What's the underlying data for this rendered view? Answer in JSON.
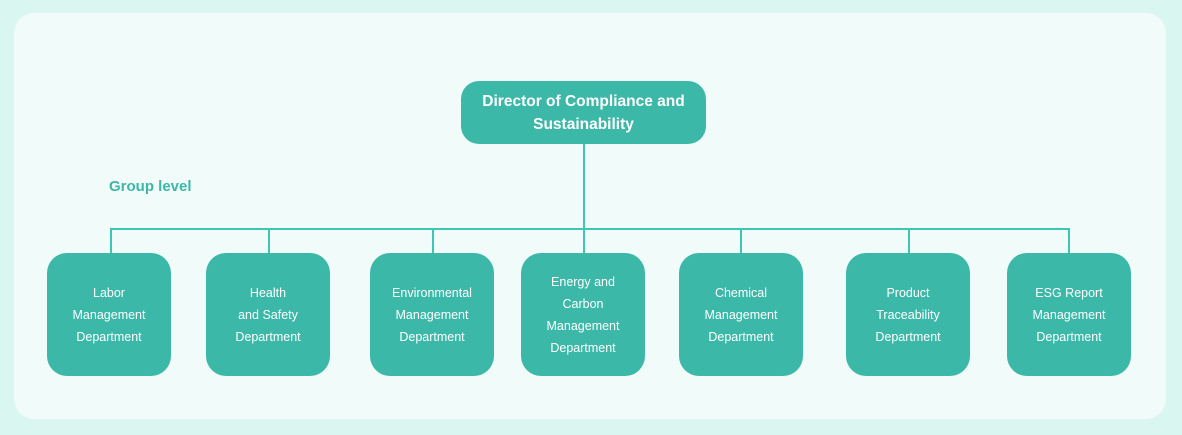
{
  "director": {
    "title": "Director of Compliance and\nSustainability"
  },
  "group_label": "Group level",
  "departments": [
    {
      "label": "Labor\nManagement\nDepartment"
    },
    {
      "label": "Health\nand Safety\nDepartment"
    },
    {
      "label": "Environmental\nManagement\nDepartment"
    },
    {
      "label": "Energy and\nCarbon\nManagement\nDepartment"
    },
    {
      "label": "Chemical\nManagement\nDepartment"
    },
    {
      "label": "Product\nTraceability\nDepartment"
    },
    {
      "label": "ESG Report\nManagement\nDepartment"
    }
  ],
  "colors": {
    "box": "#3cb8a8",
    "line": "#3cc6b4",
    "panel": "#f1fbf9",
    "background": "#d9f6f0"
  }
}
